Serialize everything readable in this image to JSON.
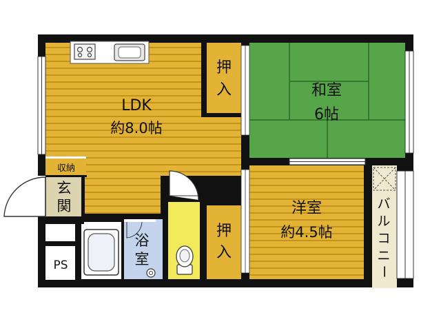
{
  "floorplan": {
    "rooms": {
      "ldk": {
        "name": "LDK",
        "size": "約8.0帖"
      },
      "japanese": {
        "name": "和室",
        "size": "6帖"
      },
      "western": {
        "name": "洋室",
        "size": "約4.5帖"
      },
      "bath": {
        "line1": "浴",
        "line2": "室"
      },
      "balcony": {
        "chars": [
          "バ",
          "ル",
          "コ",
          "ニ",
          "ー"
        ]
      },
      "entrance": {
        "line1": "玄",
        "line2": "関"
      },
      "storage": {
        "name": "収納"
      },
      "closet_top": {
        "line1": "押",
        "line2": "入"
      },
      "closet_bottom": {
        "line1": "押",
        "line2": "入"
      },
      "ps": {
        "name": "PS"
      }
    },
    "colors": {
      "wall": "#111111",
      "flooring": "#e3b336",
      "flooring_stripe": "#b88a14",
      "tatami": "#56a548",
      "tatami_line": "#2c6a25",
      "closet": "#e3b336",
      "entrance_floor": "#dcd3b0",
      "bath": "#c4d4ec",
      "toilet_floor": "#f2ea5a",
      "balcony": "#efe9cf"
    }
  }
}
